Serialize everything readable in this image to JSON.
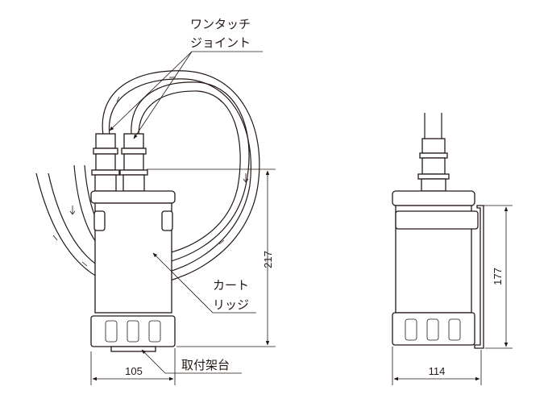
{
  "labels": {
    "one_touch_line1": "ワンタッチ",
    "one_touch_line2": "ジョイント",
    "cartridge_line1": "カート",
    "cartridge_line2": "リッジ",
    "mount": "取付架台"
  },
  "dimensions": {
    "front_height": "217",
    "front_width": "105",
    "side_width": "114",
    "side_height": "177"
  },
  "colors": {
    "line": "#231815"
  }
}
